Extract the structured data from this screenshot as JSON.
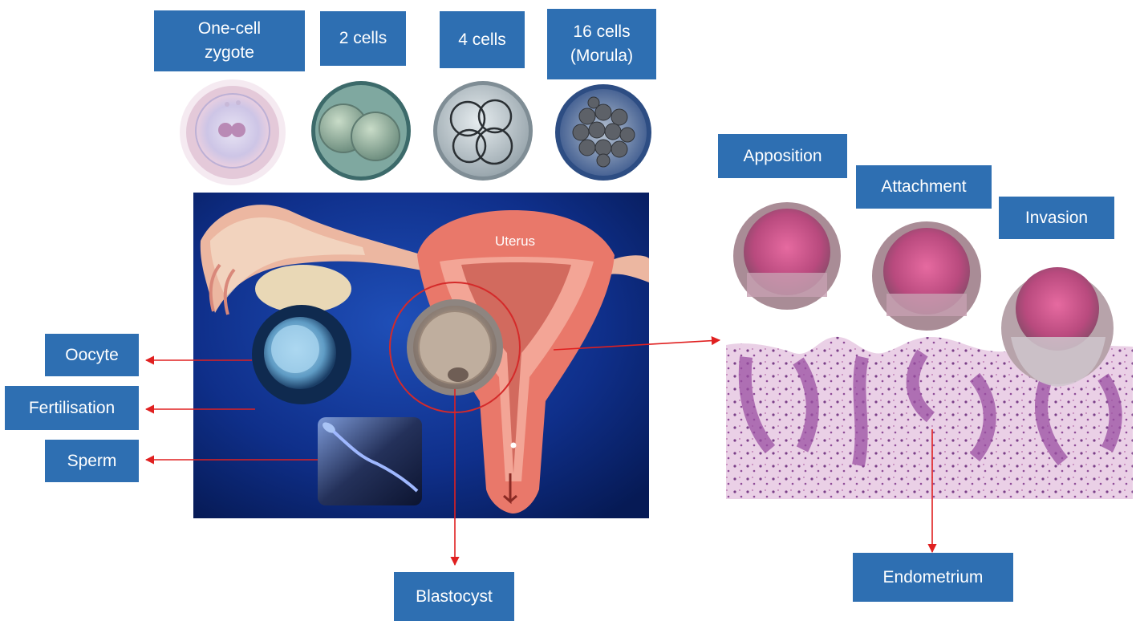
{
  "stages": [
    {
      "key": "zygote",
      "label": "One-cell\nzygote"
    },
    {
      "key": "two",
      "label": "2 cells"
    },
    {
      "key": "four",
      "label": "4 cells"
    },
    {
      "key": "morula",
      "label": "16 cells\n(Morula)"
    }
  ],
  "implantation": {
    "apposition": "Apposition",
    "attachment": "Attachment",
    "invasion": "Invasion"
  },
  "left_labels": {
    "oocyte": "Oocyte",
    "fertilisation": "Fertilisation",
    "sperm": "Sperm"
  },
  "uterus_text": "Uterus",
  "blastocyst": "Blastocyst",
  "endometrium": "Endometrium",
  "colors": {
    "label_bg": "#2e6fb2",
    "arrow": "#e02020",
    "panel_bg": "#0e2a7a",
    "uterus": "#e9786a"
  }
}
